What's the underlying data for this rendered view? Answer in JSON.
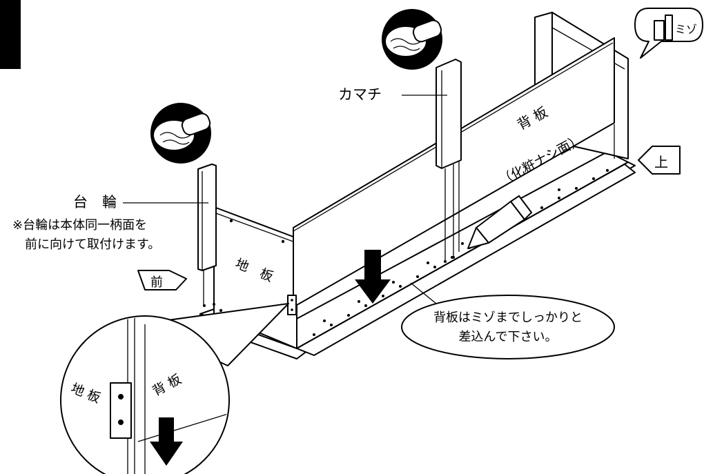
{
  "labels": {
    "kamachi": "カマチ",
    "daiwa": "台　輪",
    "daiwa_note_line1": "※台輪は本体同一柄面を",
    "daiwa_note_line2": "前に向けて取付けます。",
    "jiita": "地　板",
    "seita": "背 板",
    "seita_sub": "（化粧ナシ面）",
    "mizo": "ミゾ",
    "mae": "前",
    "ue": "上",
    "instruction_line1": "背板はミゾまでしっかりと",
    "instruction_line2": "差込んで下さい。",
    "detail_jiita": "地 板",
    "detail_seita": "背 板"
  },
  "colors": {
    "ink": "#000000",
    "paper": "#ffffff"
  },
  "icons": [
    "hammer-tap-icon",
    "hammer-tap-icon",
    "glue-bottle-icon",
    "down-arrow-icon",
    "direction-arrow-icon"
  ]
}
